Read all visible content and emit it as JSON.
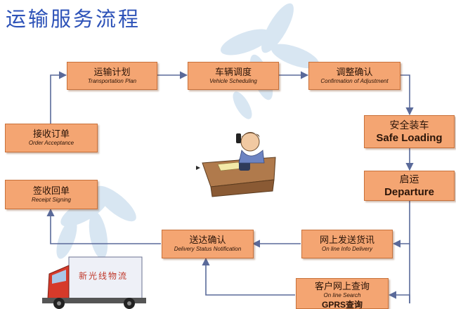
{
  "title": "运输服务流程",
  "steps": {
    "order": {
      "zh": "接收订单",
      "en": "Order Acceptance"
    },
    "plan": {
      "zh": "运输计划",
      "en": "Transportation Plan"
    },
    "schedule": {
      "zh": "车辆调度",
      "en": "Vehicle Scheduling"
    },
    "confirm": {
      "zh": "调整确认",
      "en": "Confirmation of Adjustment"
    },
    "loading": {
      "zh": "安全装车",
      "en": "Safe Loading"
    },
    "departure": {
      "zh": "启运",
      "en": "Departure"
    },
    "online_delivery": {
      "zh": "网上发送货讯",
      "en": "On line Info Delivery"
    },
    "online_search": {
      "zh": "客户网上查询",
      "en": "On line Search",
      "extra": "GPRS查询"
    },
    "delivery_status": {
      "zh": "送达确认",
      "en": "Delivery Status Notification"
    },
    "receipt": {
      "zh": "签收回单",
      "en": "Receipt Signing"
    }
  },
  "truck": {
    "label": "新光线物流"
  },
  "colors": {
    "box_fill": "#f4a572",
    "box_border": "#c8713a",
    "arrow": "#5a6a9a",
    "title": "#2d52b8"
  }
}
